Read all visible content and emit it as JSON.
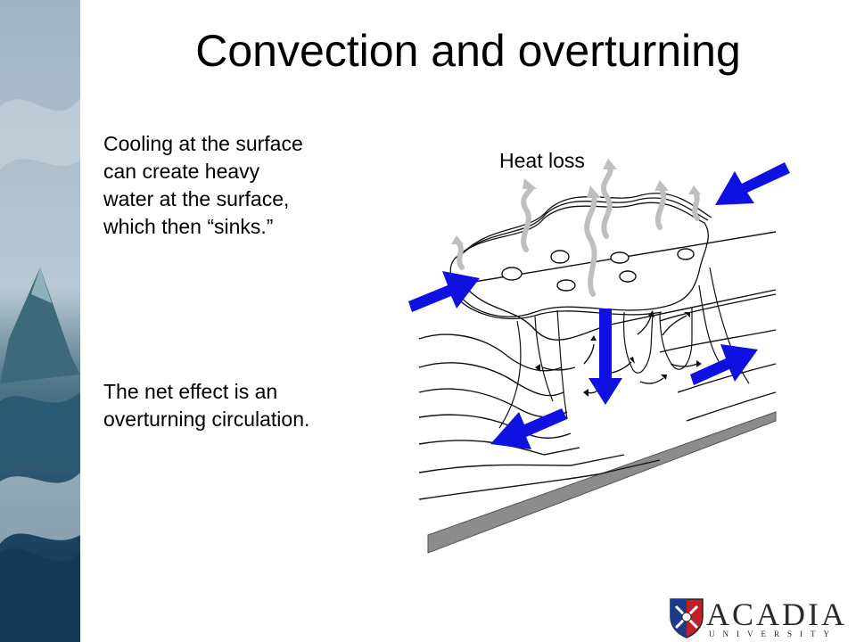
{
  "slide": {
    "title": "Convection and overturning",
    "para1": "Cooling at the surface\ncan create heavy\nwater at the surface,\nwhich then “sinks.”",
    "para2": "The net effect is an\noverturning circulation."
  },
  "diagram": {
    "heat_label": "Heat loss",
    "arrow_color": "#1010e0",
    "line_color": "#111111",
    "vapor_color": "#bfbfbf",
    "floor_color": "#8c8c8c"
  },
  "logo": {
    "word": "ACADIA",
    "sub": "UNIVERSITY",
    "crest_colors": [
      "#c0202a",
      "#1a3a8a"
    ]
  }
}
